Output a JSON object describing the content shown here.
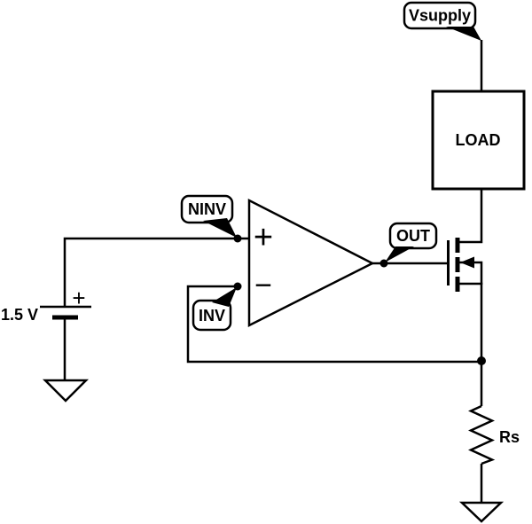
{
  "colors": {
    "background": "#ffffff",
    "ink": "#000000"
  },
  "net_labels": {
    "vsupply": "Vsupply",
    "ninv": "NINV",
    "inv": "INV",
    "out": "OUT"
  },
  "components": {
    "load": {
      "label": "LOAD"
    },
    "battery": {
      "value": "1.5 V",
      "plus_mark": "+"
    },
    "opamp": {
      "plus_mark": "+",
      "minus_mark": "−"
    },
    "resistor": {
      "label": "Rs"
    }
  }
}
